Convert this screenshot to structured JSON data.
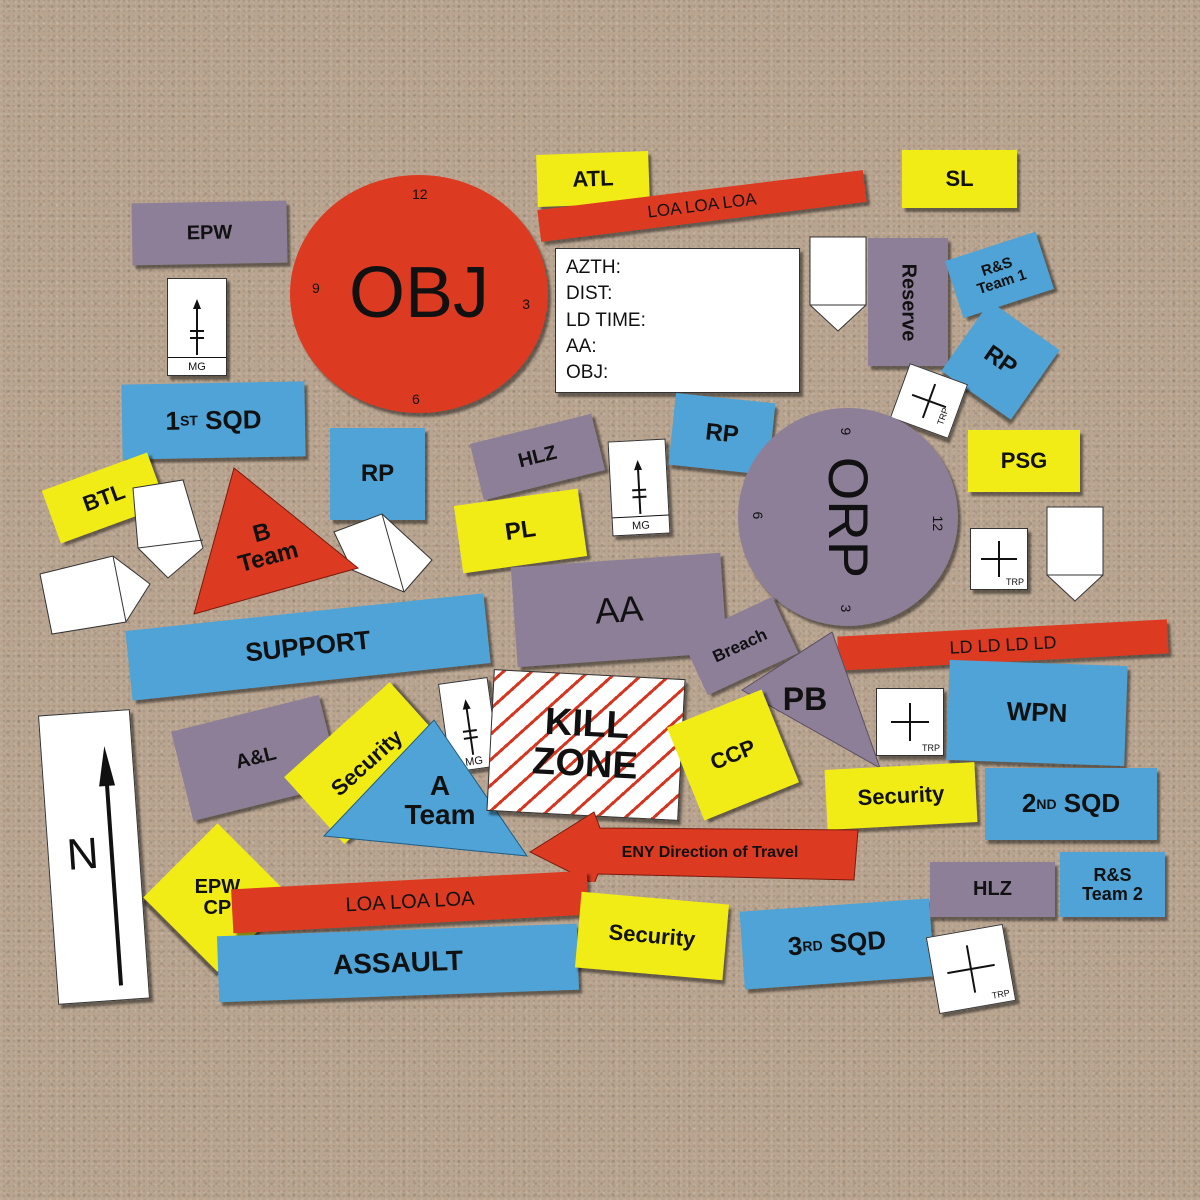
{
  "colors": {
    "purple": "#8d7f98",
    "yellow": "#f2ec16",
    "blue": "#4fa3d6",
    "red": "#dd3a22",
    "white": "#ffffff",
    "background": "#b8a48f"
  },
  "objective": {
    "label": "OBJ",
    "clock": [
      "12",
      "3",
      "6",
      "9"
    ]
  },
  "orp": {
    "label": "ORP",
    "clock": [
      "9",
      "12",
      "3",
      "6"
    ]
  },
  "card": {
    "lines": [
      "AZTH:",
      "DIST:",
      "LD TIME:",
      "AA:",
      "OBJ:"
    ]
  },
  "labels": {
    "atl": "ATL",
    "sl": "SL",
    "loa_top": "LOA LOA LOA",
    "epw": "EPW",
    "reserve": "Reserve",
    "rs1_line1": "R&S",
    "rs1_line2": "Team 1",
    "rp": "RP",
    "mg": "MG",
    "trp": "TRP",
    "sqd1": "1",
    "sqd1_sup": "ST",
    "sqd_word": "SQD",
    "hlz": "HLZ",
    "psg": "PSG",
    "btl": "BTL",
    "b_team_line1": "B",
    "b_team_line2": "Team",
    "pl": "PL",
    "support": "SUPPORT",
    "aa": "AA",
    "breach": "Breach",
    "ld": "LD LD LD LD",
    "pb": "PB",
    "wpn": "WPN",
    "al": "A&L",
    "security": "Security",
    "a_team_line1": "A",
    "a_team_line2": "Team",
    "kill_line1": "KILL",
    "kill_line2": "ZONE",
    "ccp": "CCP",
    "sqd2": "2",
    "sqd2_sup": "ND",
    "eny": "ENY Direction of Travel",
    "epw_cp_line1": "EPW",
    "epw_cp_line2": "CP",
    "loa_bottom": "LOA LOA LOA",
    "assault": "ASSAULT",
    "sqd3": "3",
    "sqd3_sup": "RD",
    "rs2_line1": "R&S",
    "rs2_line2": "Team 2",
    "north": "N"
  }
}
